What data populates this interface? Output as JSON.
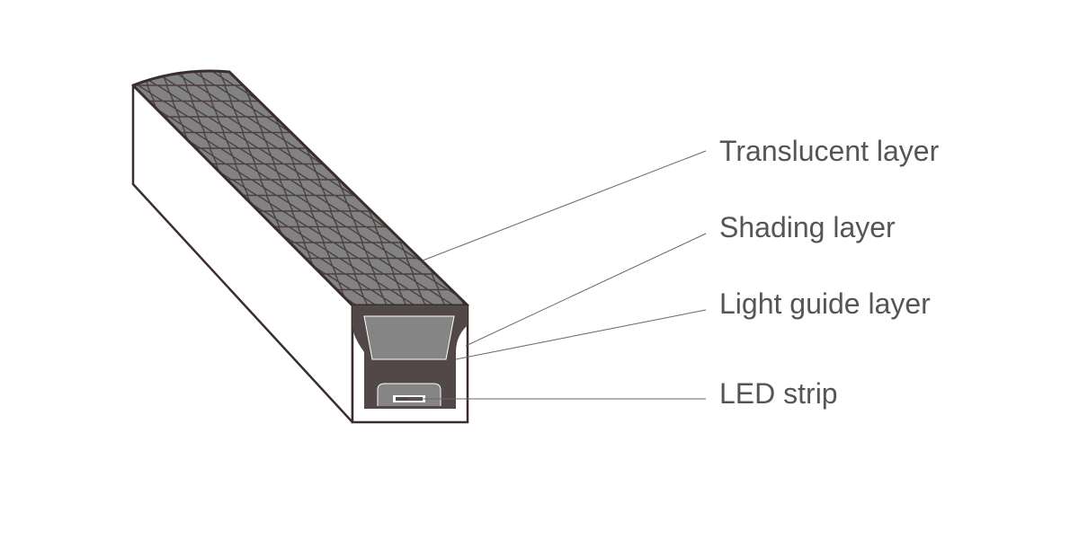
{
  "labels": {
    "translucent": "Translucent layer",
    "shading": "Shading layer",
    "light_guide": "Light guide layer",
    "led_strip": "LED strip"
  },
  "colors": {
    "outline": "#3a2d2d",
    "top_surface": "#828282",
    "hex_lines": "#4a4040",
    "inner_profile": "#534848",
    "inner_window": "#858585",
    "leader_lines": "#666666",
    "label_text": "#555555"
  }
}
